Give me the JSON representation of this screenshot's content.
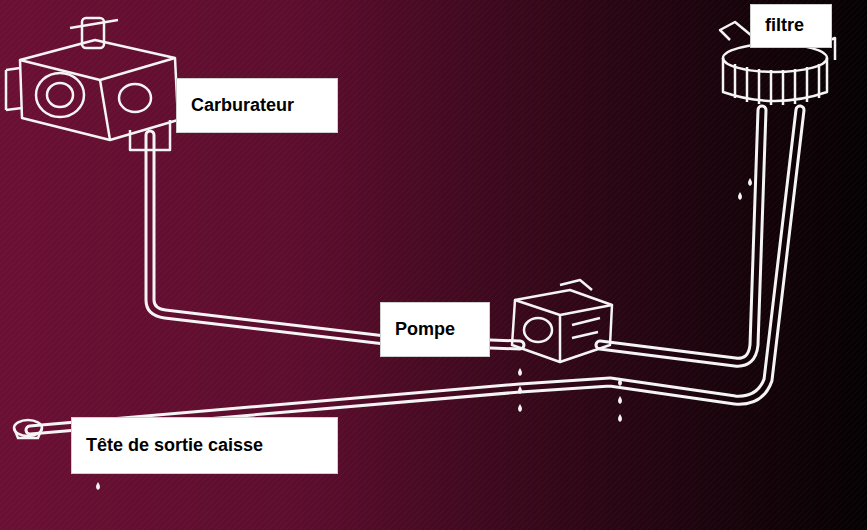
{
  "diagram": {
    "nodes": [
      {
        "text": [
          "Carburateur"
        ]
      },
      {
        "text": [
          "filtre"
        ]
      },
      {
        "text": [
          "Pompe"
        ]
      },
      {
        "text": [
          "Tête de sortie caisse"
        ]
      }
    ]
  }
}
